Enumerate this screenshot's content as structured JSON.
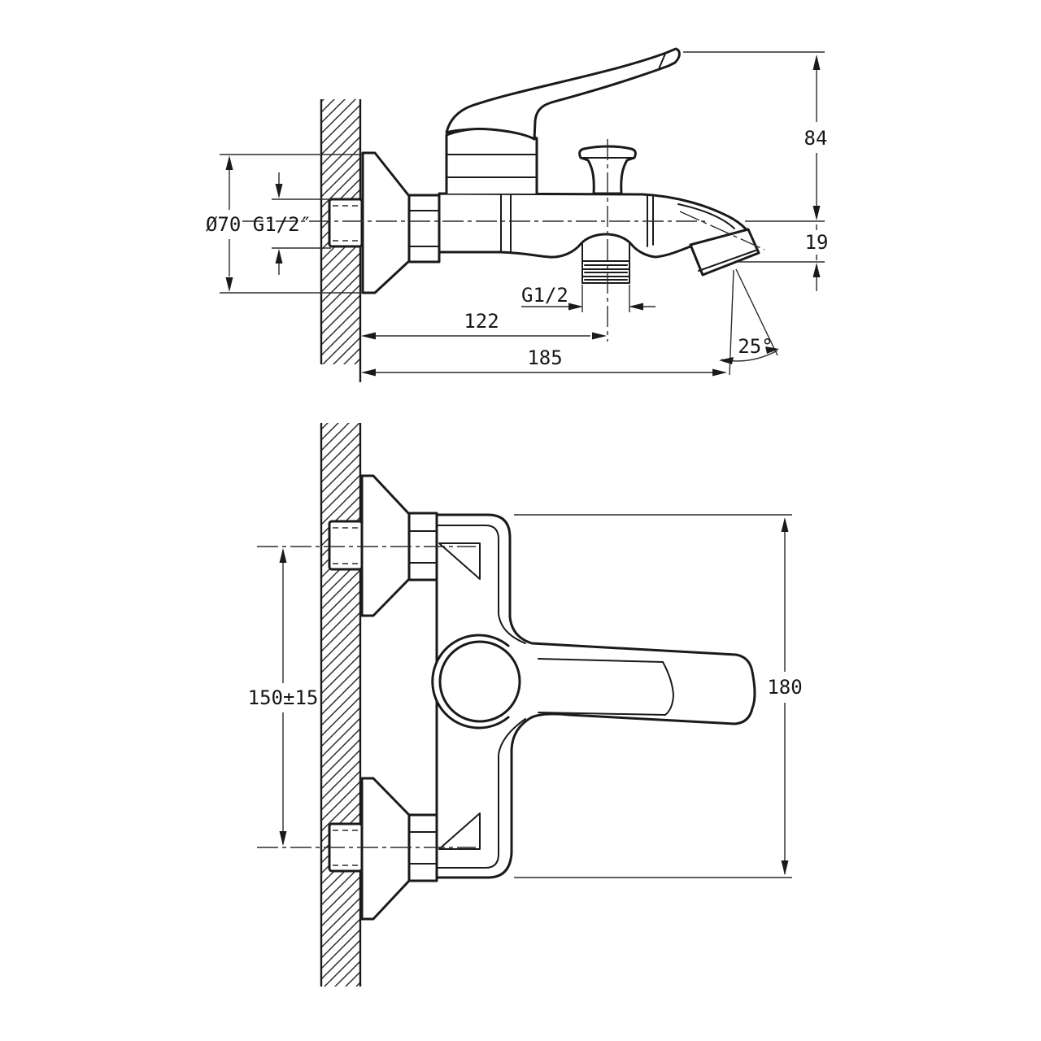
{
  "drawing": {
    "kind": "technical-installation-drawing",
    "views": [
      "side",
      "front"
    ],
    "colors": {
      "line": "#1a1a1a",
      "background": "#ffffff"
    }
  },
  "labels": {
    "side": {
      "connection": "Ø70 G1/2″",
      "height": "84",
      "drop": "19",
      "outlet_thread": "G1/2",
      "wall_to_outlet": "122",
      "wall_to_spout": "185",
      "spout_angle": "25°"
    },
    "front": {
      "centers": "150±15",
      "overall": "180"
    }
  }
}
